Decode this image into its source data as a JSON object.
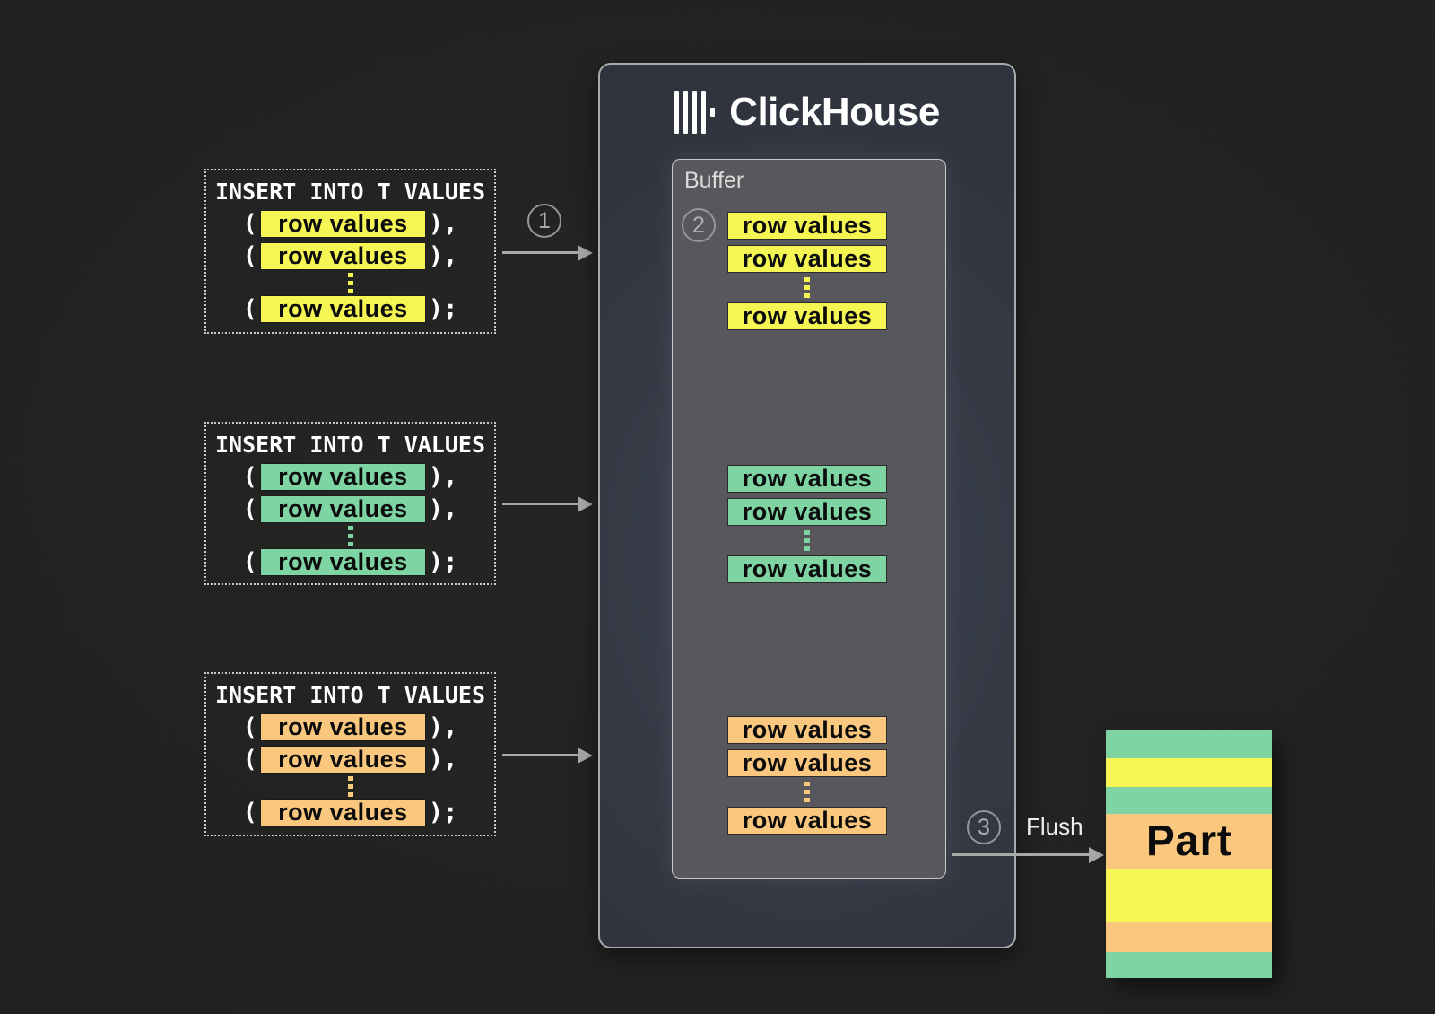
{
  "steps": {
    "s1": "1",
    "s2": "2",
    "s3": "3"
  },
  "punct": {
    "open": "(",
    "close_comma": "),",
    "close_semi": ");"
  },
  "inserts": [
    {
      "title": "INSERT INTO T VALUES",
      "color": "yellow",
      "rows": [
        "row values",
        "row values",
        "row values"
      ]
    },
    {
      "title": "INSERT INTO T VALUES",
      "color": "green",
      "rows": [
        "row values",
        "row values",
        "row values"
      ]
    },
    {
      "title": "INSERT INTO T VALUES",
      "color": "orange",
      "rows": [
        "row values",
        "row values",
        "row values"
      ]
    }
  ],
  "clickhouse": {
    "name": "ClickHouse",
    "buffer_label": "Buffer",
    "buffer_groups": [
      {
        "color": "yellow",
        "rows": [
          "row values",
          "row values",
          "row values"
        ]
      },
      {
        "color": "green",
        "rows": [
          "row values",
          "row values",
          "row values"
        ]
      },
      {
        "color": "orange",
        "rows": [
          "row values",
          "row values",
          "row values"
        ]
      }
    ]
  },
  "flush": {
    "label": "Flush"
  },
  "part": {
    "label": "Part",
    "stripes": [
      "green",
      "yellow",
      "green",
      "orange",
      "yellow",
      "orange",
      "green"
    ]
  },
  "colors": {
    "yellow": "#f5f554",
    "green": "#7ed4a2",
    "orange": "#f9c87e",
    "background": "#222320",
    "panel": "#353a45",
    "buffer": "#58585c",
    "arrow": "#a9a9a9"
  }
}
